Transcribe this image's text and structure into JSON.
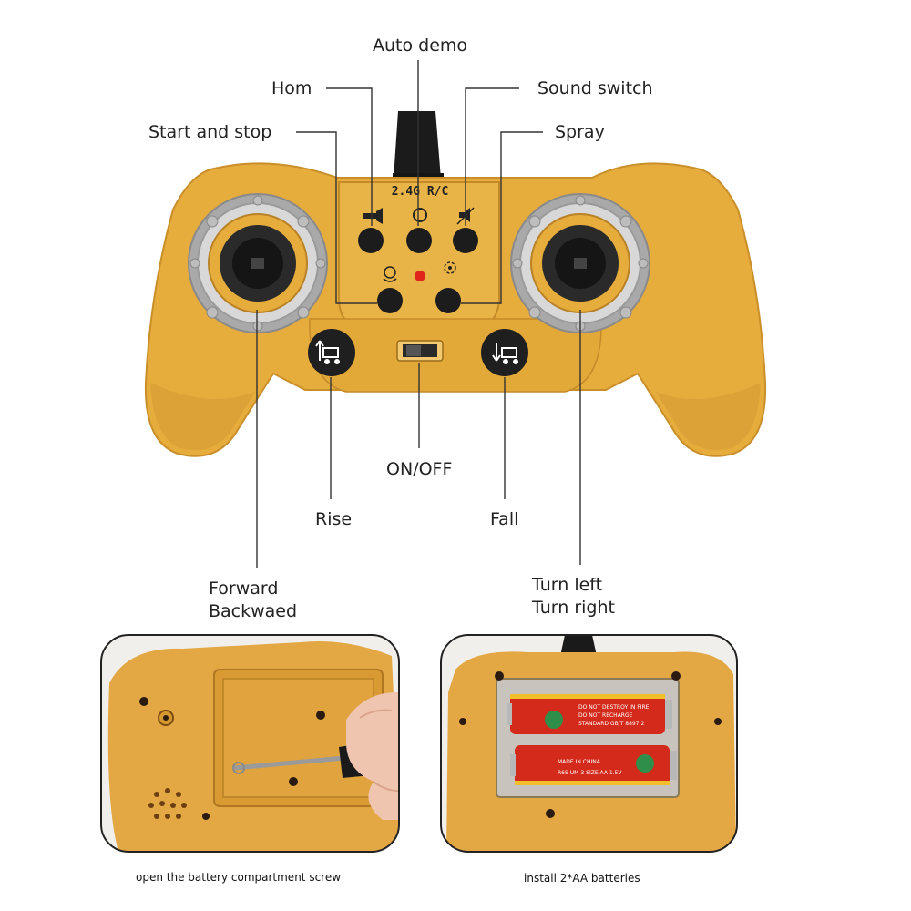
{
  "labels": {
    "auto_demo": "Auto demo",
    "horn": "Hom",
    "sound_switch": "Sound switch",
    "start_stop": "Start and stop",
    "spray": "Spray",
    "on_off": "ON/OFF",
    "rise": "Rise",
    "fall": "Fall",
    "forward_line1": "Forward",
    "forward_line2": "Backwaed",
    "turn_line1": "Turn left",
    "turn_line2": "Turn right"
  },
  "controller": {
    "badge": "2.4G R/C"
  },
  "battery": {
    "brand_strip": "DO NOT DESTROY IN FIRE",
    "line2": "DO NOT RECHARGE",
    "line3": "STANDARD GB/T 8897.2",
    "line4": "MADE IN CHINA",
    "line5": "R6S UM-3 SIZE AA 1.5V"
  },
  "captions": {
    "left": "open the battery compartment screw",
    "right": "install 2*AA batteries"
  },
  "colors": {
    "body": "#e6ac3c",
    "body_shadow": "#c98f2a",
    "panel": "#e9b447",
    "button": "#1c1c1c",
    "metal": "#b9b9b9",
    "battery_red": "#d42a1c",
    "line": "#333333"
  }
}
